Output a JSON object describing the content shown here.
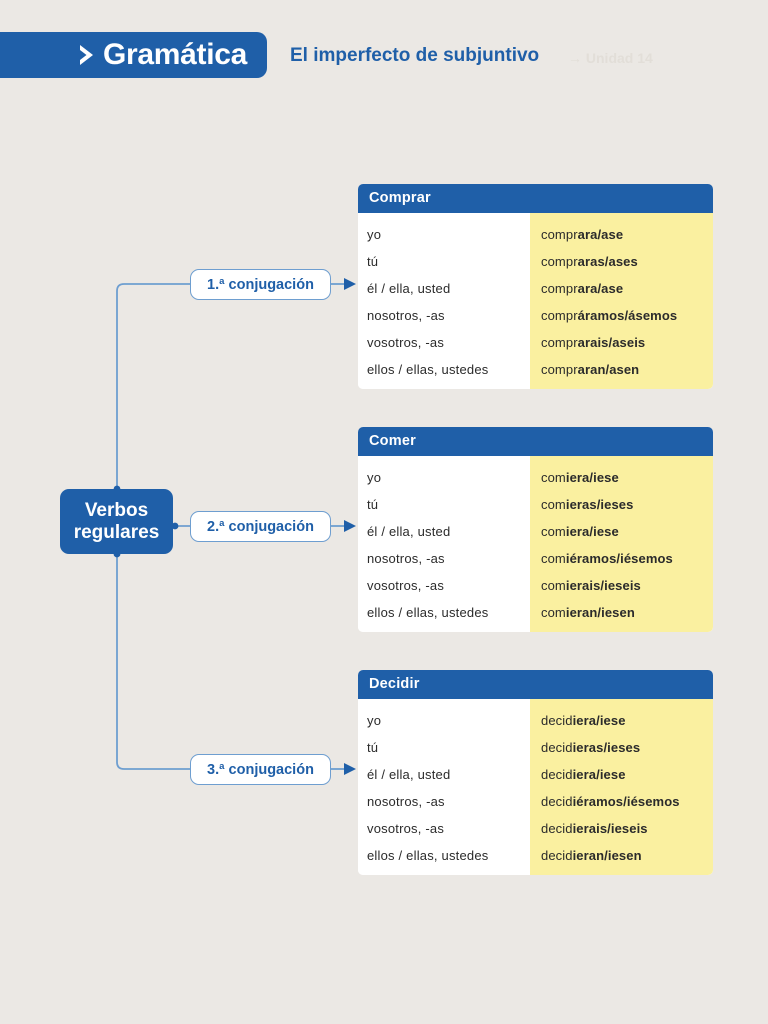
{
  "header": {
    "banner_label": "Gramática",
    "play_icon": "play-chevron-icon",
    "subtitle": "El imperfecto de subjuntivo",
    "reference": "→ Unidad 14",
    "banner_color": "#1f5fa8",
    "subtitle_color": "#1f5fa8"
  },
  "diagram": {
    "root": {
      "line1": "Verbos",
      "line2": "regulares",
      "color": "#1f5fa8"
    },
    "branches": [
      {
        "label": "1.ª conjugación"
      },
      {
        "label": "2.ª conjugación"
      },
      {
        "label": "3.ª conjugación"
      }
    ]
  },
  "tables": [
    {
      "title": "Comprar",
      "header_color": "#1f5fa8",
      "form_column_color": "#faf0a0",
      "rows": [
        {
          "pronoun": "yo",
          "stem": "compr",
          "ending": "ara/ase"
        },
        {
          "pronoun": "tú",
          "stem": "compr",
          "ending": "aras/ases"
        },
        {
          "pronoun": "él / ella, usted",
          "stem": "compr",
          "ending": "ara/ase"
        },
        {
          "pronoun": "nosotros, -as",
          "stem": "compr",
          "ending": "áramos/ásemos"
        },
        {
          "pronoun": "vosotros, -as",
          "stem": "compr",
          "ending": "arais/aseis"
        },
        {
          "pronoun": "ellos / ellas, ustedes",
          "stem": "compr",
          "ending": "aran/asen"
        }
      ]
    },
    {
      "title": "Comer",
      "header_color": "#1f5fa8",
      "form_column_color": "#faf0a0",
      "rows": [
        {
          "pronoun": "yo",
          "stem": "com",
          "ending": "iera/iese"
        },
        {
          "pronoun": "tú",
          "stem": "com",
          "ending": "ieras/ieses"
        },
        {
          "pronoun": "él / ella, usted",
          "stem": "com",
          "ending": "iera/iese"
        },
        {
          "pronoun": "nosotros, -as",
          "stem": "com",
          "ending": "iéramos/iésemos"
        },
        {
          "pronoun": "vosotros, -as",
          "stem": "com",
          "ending": "ierais/ieseis"
        },
        {
          "pronoun": "ellos / ellas, ustedes",
          "stem": "com",
          "ending": "ieran/iesen"
        }
      ]
    },
    {
      "title": "Decidir",
      "header_color": "#1f5fa8",
      "form_column_color": "#faf0a0",
      "rows": [
        {
          "pronoun": "yo",
          "stem": "decid",
          "ending": "iera/iese"
        },
        {
          "pronoun": "tú",
          "stem": "decid",
          "ending": "ieras/ieses"
        },
        {
          "pronoun": "él / ella, usted",
          "stem": "decid",
          "ending": "iera/iese"
        },
        {
          "pronoun": "nosotros, -as",
          "stem": "decid",
          "ending": "iéramos/iésemos"
        },
        {
          "pronoun": "vosotros, -as",
          "stem": "decid",
          "ending": "ierais/ieseis"
        },
        {
          "pronoun": "ellos / ellas, ustedes",
          "stem": "decid",
          "ending": "ieran/iesen"
        }
      ]
    }
  ]
}
